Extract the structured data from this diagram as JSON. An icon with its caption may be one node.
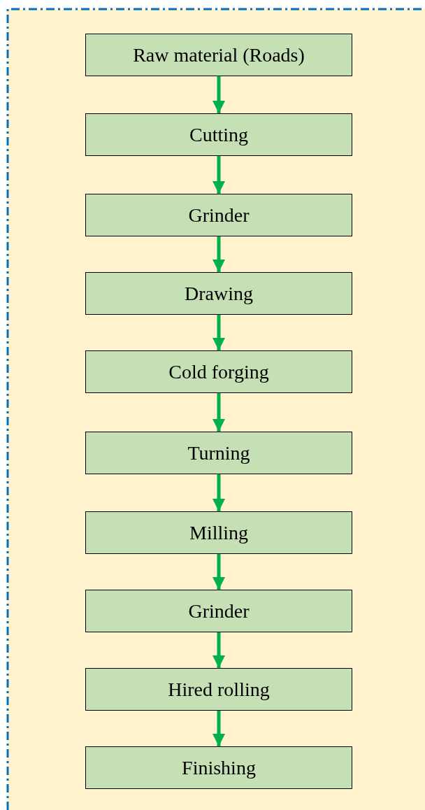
{
  "diagram": {
    "nodes": [
      {
        "text": [
          "Raw material (Roads)"
        ]
      },
      {
        "text": [
          "Cutting"
        ]
      },
      {
        "text": [
          "Grinder"
        ]
      },
      {
        "text": [
          "Drawing"
        ]
      },
      {
        "text": [
          "Cold forging"
        ]
      },
      {
        "text": [
          "Turning"
        ]
      },
      {
        "text": [
          "Milling"
        ]
      },
      {
        "text": [
          "Grinder"
        ]
      },
      {
        "text": [
          "Hired rolling"
        ]
      },
      {
        "text": [
          "Finishing"
        ]
      }
    ],
    "edges": [
      {
        "from": 0,
        "to": 1,
        "arrow": "to"
      },
      {
        "from": 1,
        "to": 2,
        "arrow": "to"
      },
      {
        "from": 2,
        "to": 3,
        "arrow": "to"
      },
      {
        "from": 3,
        "to": 4,
        "arrow": "to"
      },
      {
        "from": 4,
        "to": 5,
        "arrow": "to"
      },
      {
        "from": 5,
        "to": 6,
        "arrow": "to"
      },
      {
        "from": 6,
        "to": 7,
        "arrow": "to"
      },
      {
        "from": 7,
        "to": 8,
        "arrow": "to"
      },
      {
        "from": 8,
        "to": 9,
        "arrow": "to"
      }
    ]
  }
}
